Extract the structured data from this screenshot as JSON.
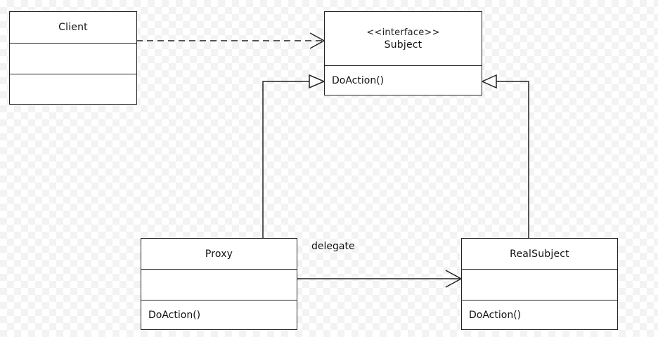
{
  "diagram": {
    "classes": {
      "client": {
        "name": "Client",
        "attributes": "",
        "operations": ""
      },
      "subject": {
        "stereotype": "<<interface>>",
        "name": "Subject",
        "operations": "DoAction()"
      },
      "proxy": {
        "name": "Proxy",
        "attributes": "",
        "operations": "DoAction()"
      },
      "real_subject": {
        "name": "RealSubject",
        "attributes": "",
        "operations": "DoAction()"
      }
    },
    "relations": {
      "delegate_label": "delegate"
    },
    "colors": {
      "line": "#222222",
      "box_fill": "#ffffff"
    }
  }
}
